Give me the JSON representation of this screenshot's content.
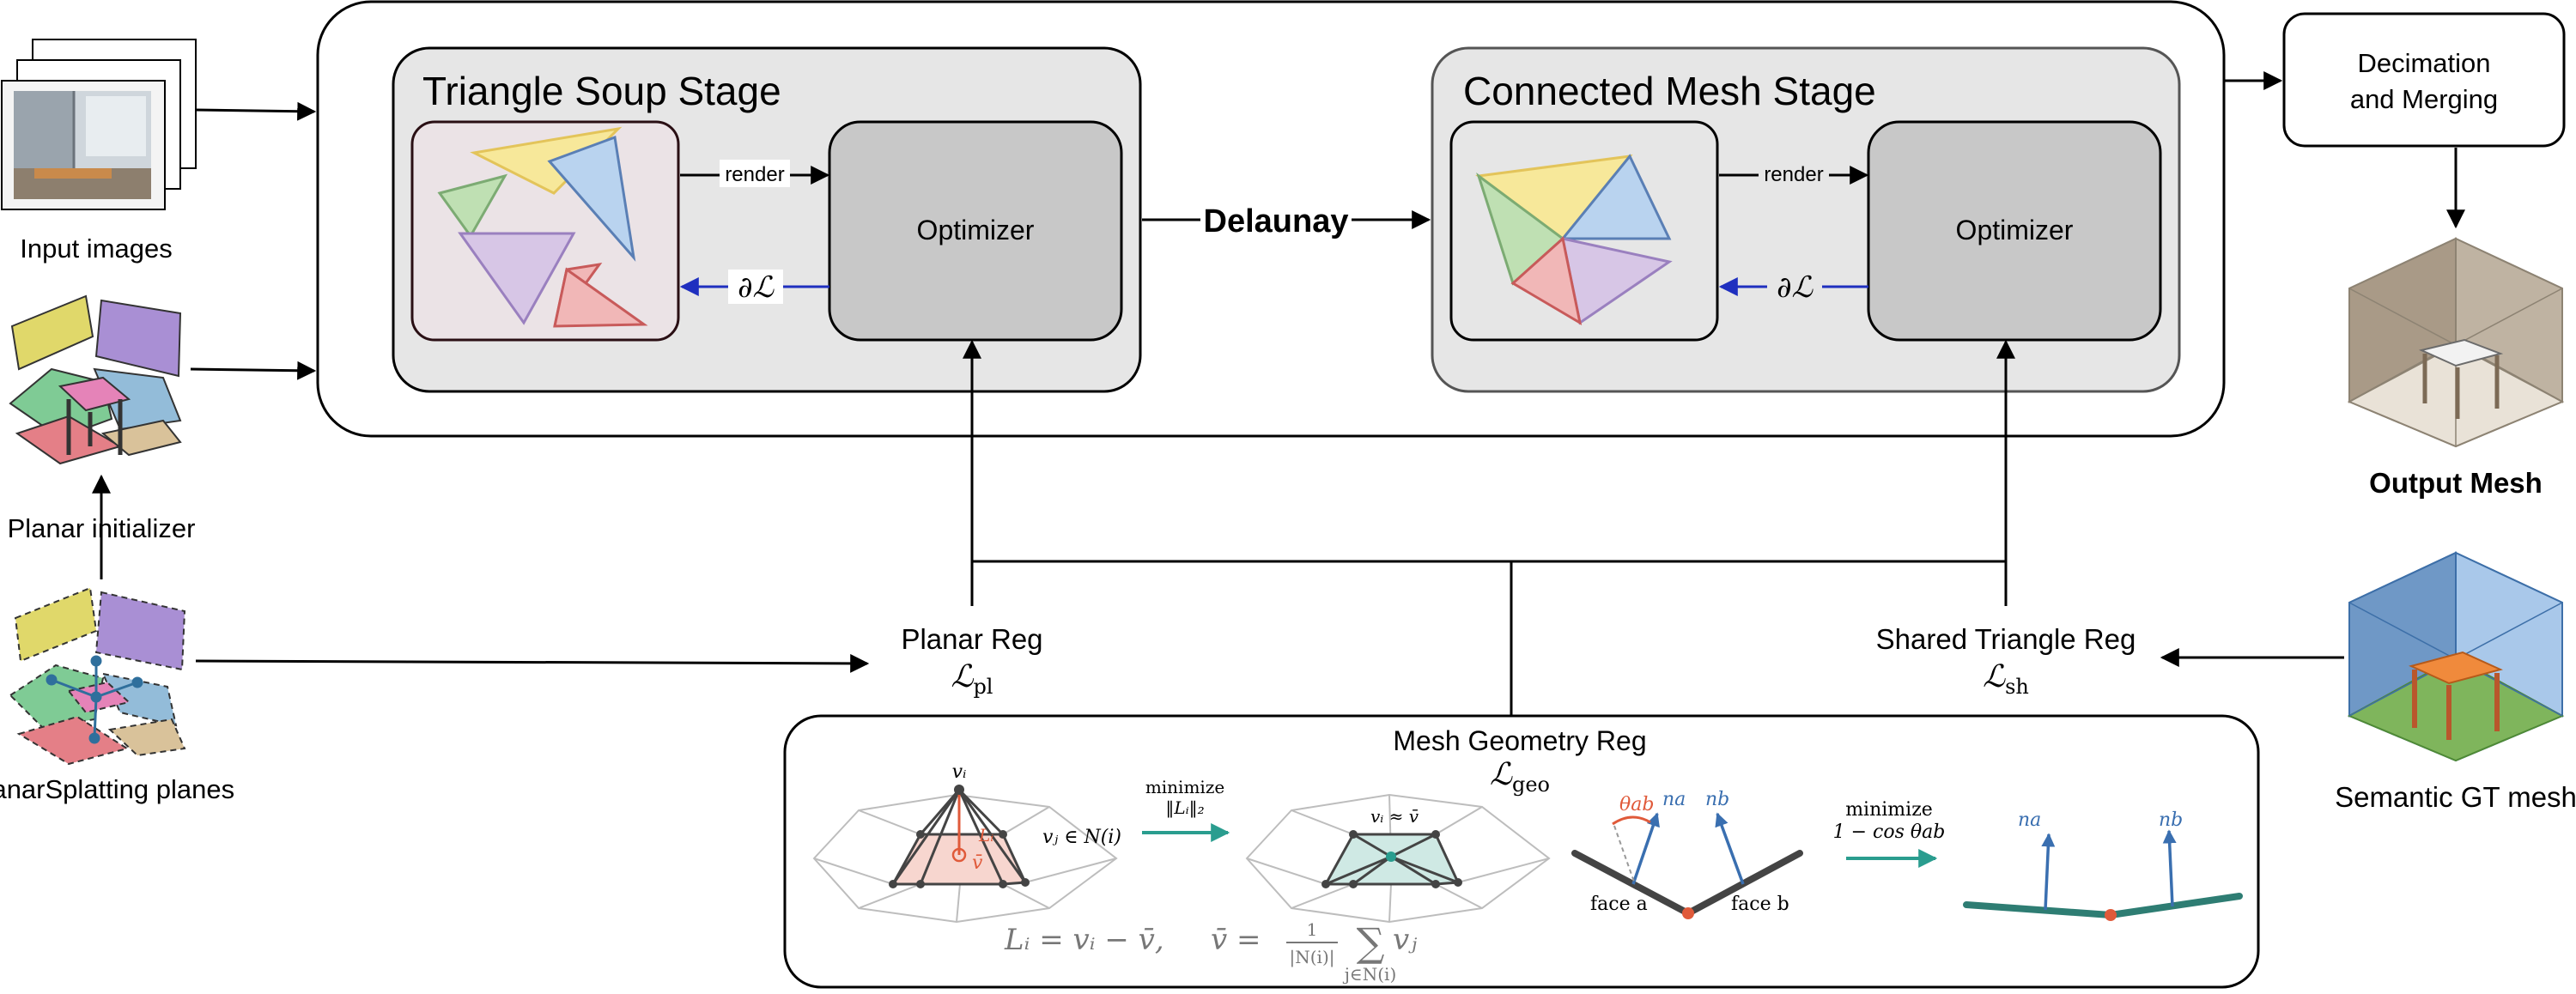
{
  "colors": {
    "stage_fill": "#e6e6e6",
    "optimizer_fill": "#c8c8c8",
    "yellow": "#f7e89a",
    "blue": "#b9d3ef",
    "green": "#bfe0b3",
    "purple": "#d7c6e6",
    "red": "#f1b7b7",
    "gradient_arrow": "#1f2fbf",
    "teal_arrow": "#2a9d8f",
    "mesh_teal": "#2e7d73",
    "laplacian_red": "#e05a3a",
    "normal_blue": "#3a6fb0"
  },
  "inputs": {
    "input_images_label": "Input images",
    "planar_initializer_label": "Planar initializer",
    "planarsplatting_label": "PlanarSplatting planes"
  },
  "stage1": {
    "title": "Triangle Soup Stage",
    "render_label": "render",
    "optimizer_label": "Optimizer",
    "grad_label": "∂ℒ"
  },
  "delaunay_label": "Delaunay",
  "stage2": {
    "title": "Connected Mesh Stage",
    "render_label": "render",
    "optimizer_label": "Optimizer",
    "grad_label": "∂ℒ"
  },
  "output": {
    "decimation_line1": "Decimation",
    "decimation_line2": "and Merging",
    "output_mesh_label": "Output Mesh",
    "semantic_gt_label": "Semantic GT mesh"
  },
  "regs": {
    "planar_reg_label": "Planar Reg",
    "planar_reg_sym": "ℒ",
    "planar_reg_sub": "pl",
    "shared_reg_label": "Shared Triangle Reg",
    "shared_reg_sym": "ℒ",
    "shared_reg_sub": "sh",
    "geo_reg_label": "Mesh Geometry Reg",
    "geo_reg_sym": "ℒ",
    "geo_reg_sub": "geo"
  },
  "geo_panel": {
    "vi_label": "vᵢ",
    "vbar_label": "v̄",
    "li_label": "Lᵢ",
    "vj_label": "vⱼ ∈ N(i)",
    "minimize1_line1": "minimize",
    "minimize1_line2": "‖Lᵢ‖₂",
    "vi_approx_label": "vᵢ ≈ v̄",
    "theta_label": "θab",
    "na_label": "na",
    "nb_label": "nb",
    "face_a_label": "face a",
    "face_b_label": "face b",
    "minimize2_line1": "minimize",
    "minimize2_line2": "1 − cos θab",
    "na2_label": "na",
    "nb2_label": "nb",
    "formula_li": "Lᵢ = vᵢ − v̄,",
    "formula_vbar": "v̄ =",
    "formula_frac_num": "1",
    "formula_frac_den": "|N(i)|",
    "formula_sum": "∑",
    "formula_vj": "vⱼ",
    "formula_sum_sub": "j∈N(i)"
  }
}
